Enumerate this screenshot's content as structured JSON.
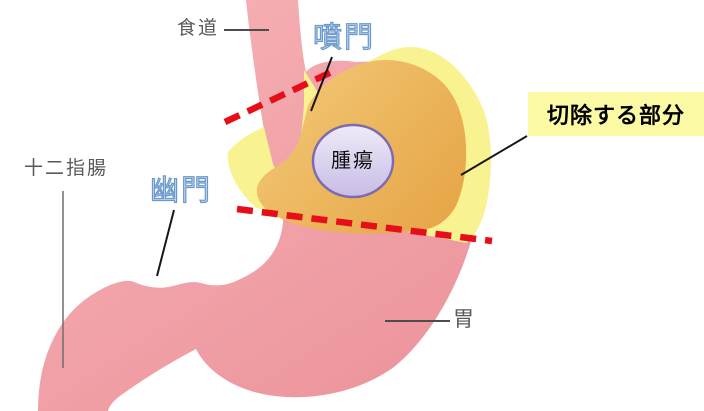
{
  "diagram": {
    "type": "medical-anatomy-diagram",
    "subject": "stomach resection (gastric cancer surgery) schematic",
    "labels": {
      "esophagus": "食道",
      "cardia": "噴門",
      "duodenum": "十二指腸",
      "pylorus": "幽門",
      "stomach": "胃",
      "tumor": "腫瘍",
      "resection": "切除する部分"
    },
    "colors": {
      "pink_light": "#F6B2B6",
      "pink_dark": "#EC939B",
      "orange_light": "#F3CA79",
      "orange_dark": "#E7A84A",
      "resect_halo_yellow": "#F9F290",
      "label_box_yellow": "#FBF9A4",
      "cut_line_red": "#E60E19",
      "tumor_fill_light": "#EFEBF9",
      "tumor_fill_dark": "#C8BCE5",
      "tumor_border": "#7C6BB0",
      "label_blue_fill": "#C9DAEC",
      "label_blue_stroke": "#6B99CC",
      "label_gray": "#595959",
      "pointer_black": "#161616",
      "pointer_gray": "#6E6E6E"
    }
  }
}
